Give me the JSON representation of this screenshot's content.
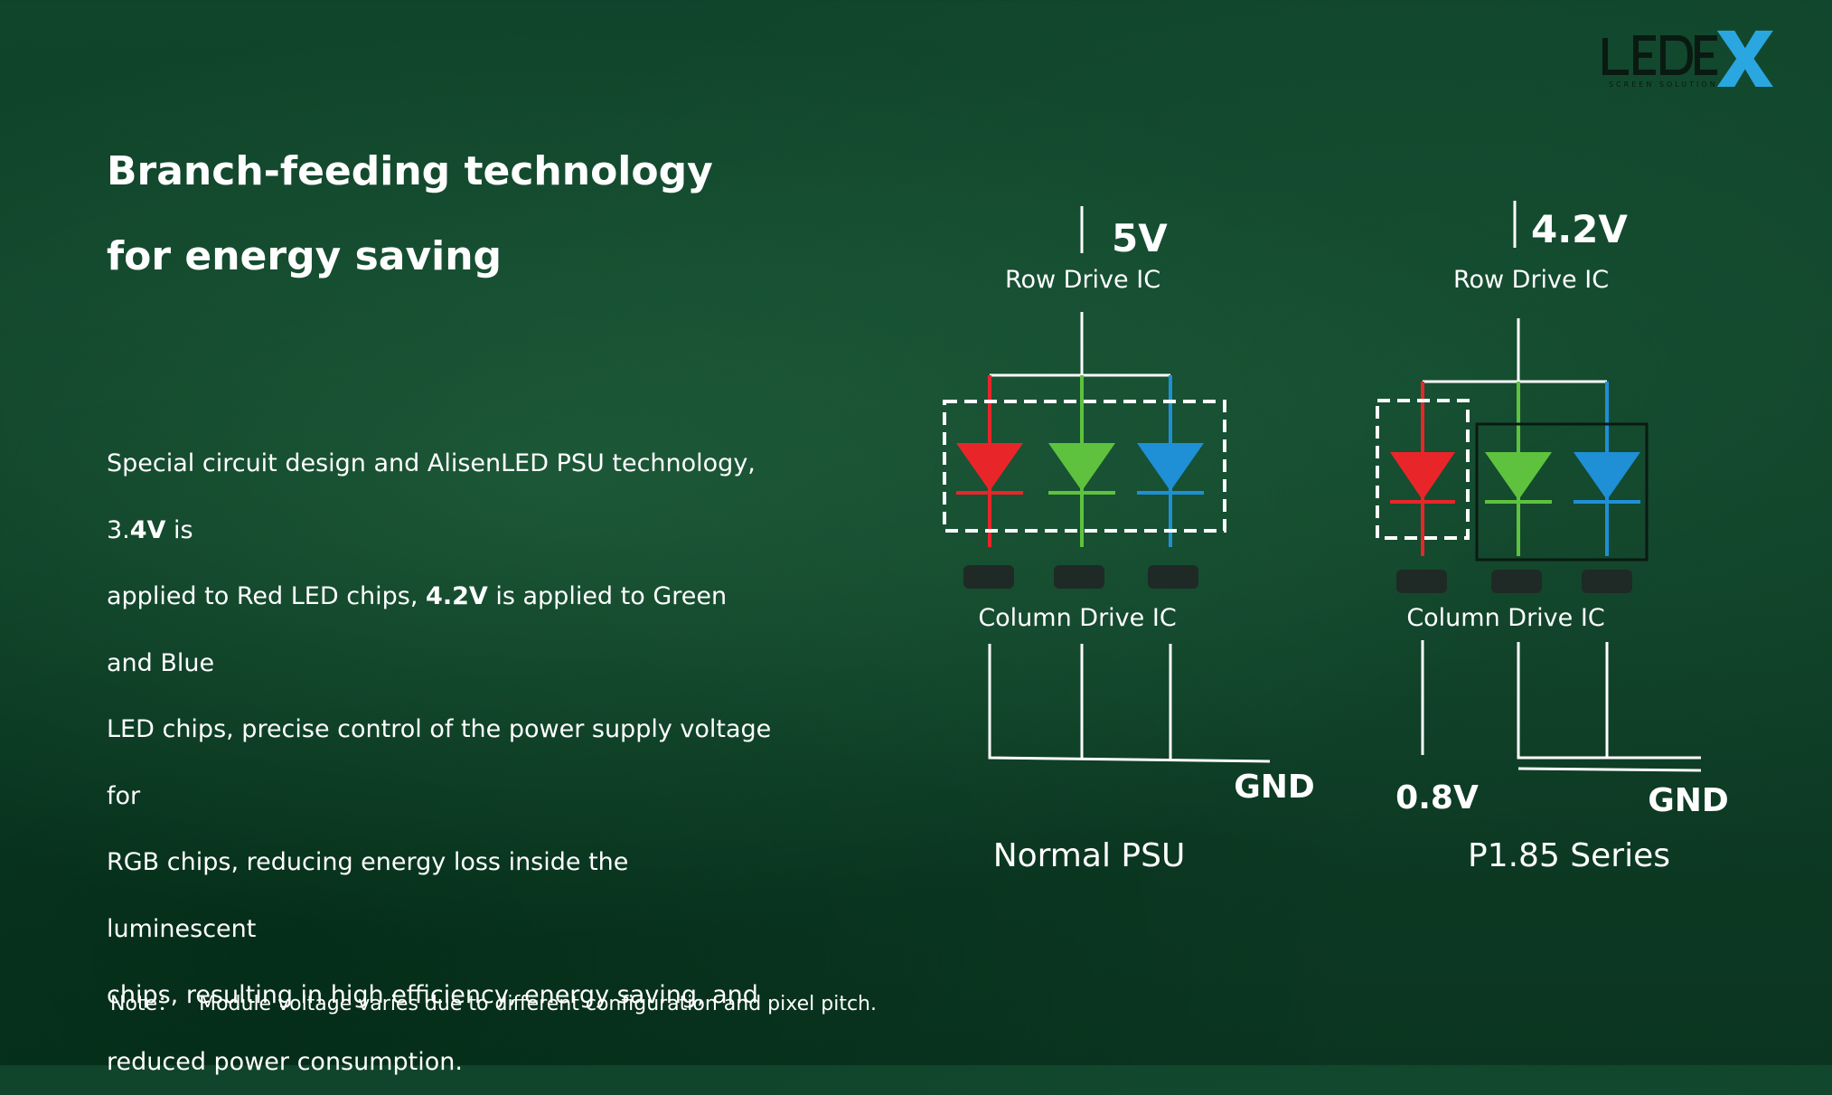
{
  "title": {
    "line1": "Branch-feeding technology",
    "line2": "for energy saving"
  },
  "body": {
    "lines": [
      "Special circuit design and AlisenLED PSU technology, 3.4V is",
      "applied to Red LED chips, 4.2V is applied to Green and Blue",
      "LED chips, precise control of the power supply voltage for",
      "RGB chips, reducing energy loss inside the luminescent",
      "chips, resulting in high efficiency, energy saving, and",
      "reduced power consumption."
    ],
    "line1_pre": "Special circuit design and AlisenLED PSU technology, 3.",
    "line1_bold": "4V",
    "line1_post": " is",
    "line2_bold": "4.2V",
    "line2_post": " is applied to Green and Blue",
    "line2_pre": "applied to Red LED chips, "
  },
  "note": {
    "label": "Note：",
    "text": "Module voltage varies due to different configuration and pixel pitch."
  },
  "logo": {
    "text": "LEDEX",
    "tagline": "SCREEN SOLUTION"
  },
  "diagram_left": {
    "voltage": "5V",
    "row_label": "Row Drive IC",
    "column_label": "Column Drive IC",
    "gnd": "GND",
    "caption": "Normal PSU"
  },
  "diagram_right": {
    "voltage": "4.2V",
    "row_label": "Row Drive IC",
    "column_label": "Column Drive IC",
    "low_voltage": "0.8V",
    "gnd": "GND",
    "caption": "P1.85 Series"
  },
  "colors": {
    "red_led": "#e8262a",
    "green_led": "#5ec23e",
    "blue_led": "#1f8fd6",
    "logo_accent": "#2aa6e0",
    "background": "#0f3f27"
  }
}
